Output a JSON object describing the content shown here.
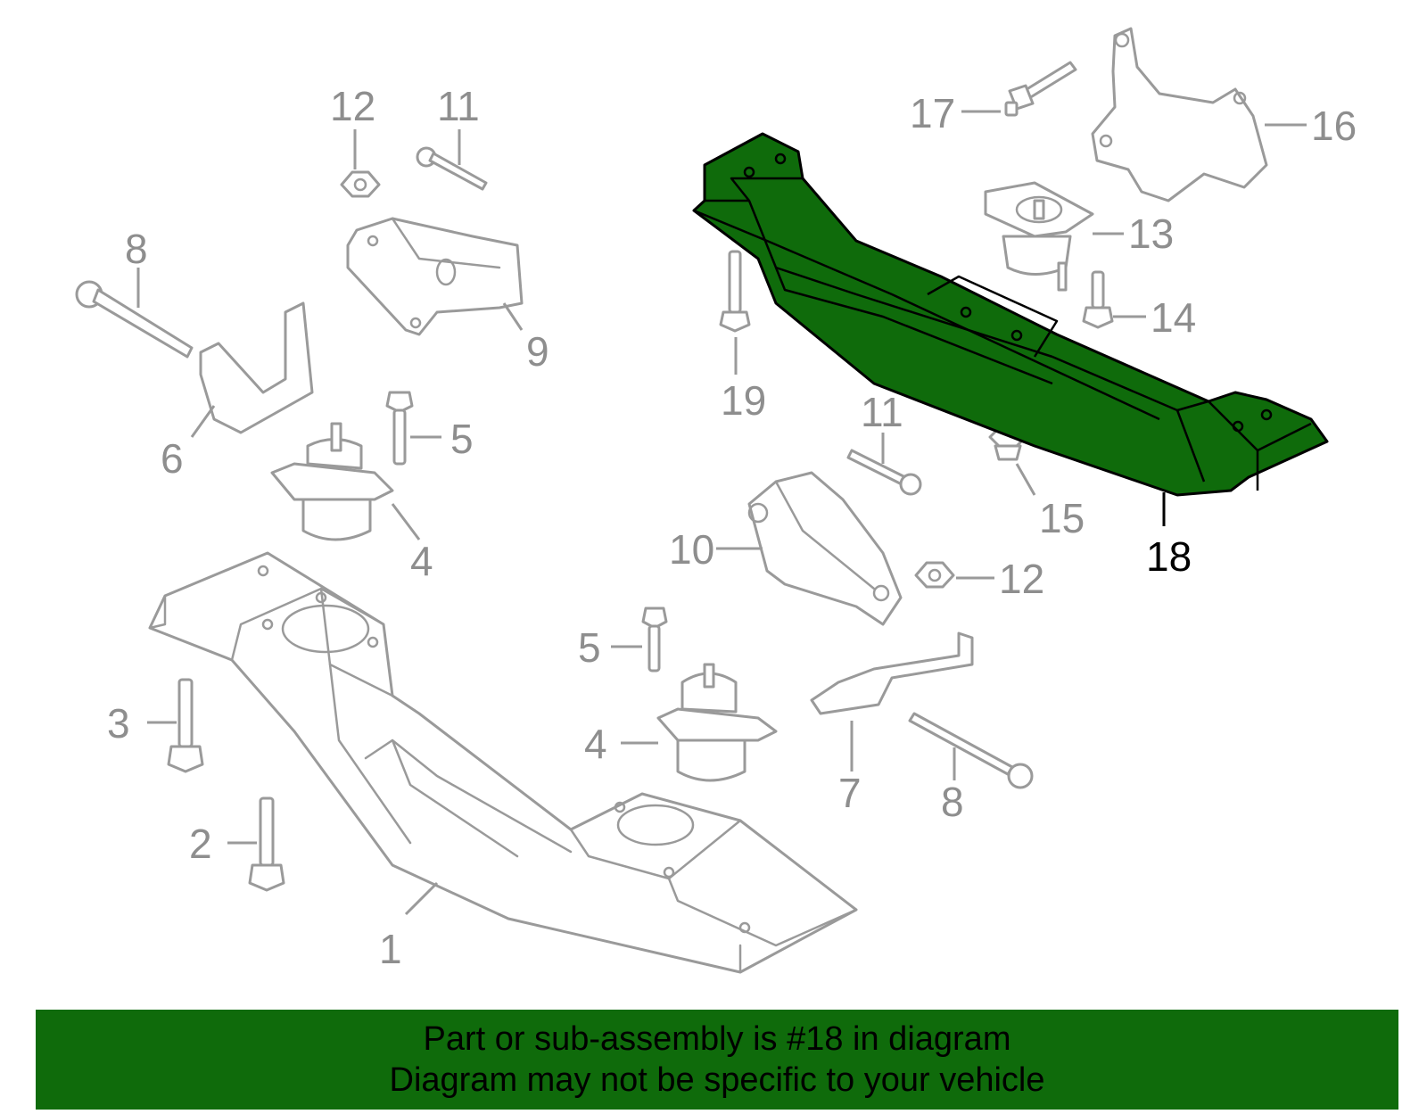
{
  "callouts": [
    {
      "id": "c1",
      "label": "1"
    },
    {
      "id": "c2",
      "label": "2"
    },
    {
      "id": "c3",
      "label": "3"
    },
    {
      "id": "c4a",
      "label": "4"
    },
    {
      "id": "c4b",
      "label": "4"
    },
    {
      "id": "c5a",
      "label": "5"
    },
    {
      "id": "c5b",
      "label": "5"
    },
    {
      "id": "c6",
      "label": "6"
    },
    {
      "id": "c7",
      "label": "7"
    },
    {
      "id": "c8a",
      "label": "8"
    },
    {
      "id": "c8b",
      "label": "8"
    },
    {
      "id": "c9",
      "label": "9"
    },
    {
      "id": "c10",
      "label": "10"
    },
    {
      "id": "c11a",
      "label": "11"
    },
    {
      "id": "c11b",
      "label": "11"
    },
    {
      "id": "c12a",
      "label": "12"
    },
    {
      "id": "c12b",
      "label": "12"
    },
    {
      "id": "c13",
      "label": "13"
    },
    {
      "id": "c14",
      "label": "14"
    },
    {
      "id": "c15",
      "label": "15"
    },
    {
      "id": "c16",
      "label": "16"
    },
    {
      "id": "c17",
      "label": "17"
    },
    {
      "id": "c18",
      "label": "18"
    },
    {
      "id": "c19",
      "label": "19"
    }
  ],
  "highlighted_part": "18",
  "colors": {
    "highlight": "#0f6b0b",
    "part_line": "#9a9a9a",
    "label": "#8e8e8e"
  },
  "banner": {
    "line1": "Part or sub-assembly is #18 in diagram",
    "line2": "Diagram may not be specific to your vehicle"
  }
}
